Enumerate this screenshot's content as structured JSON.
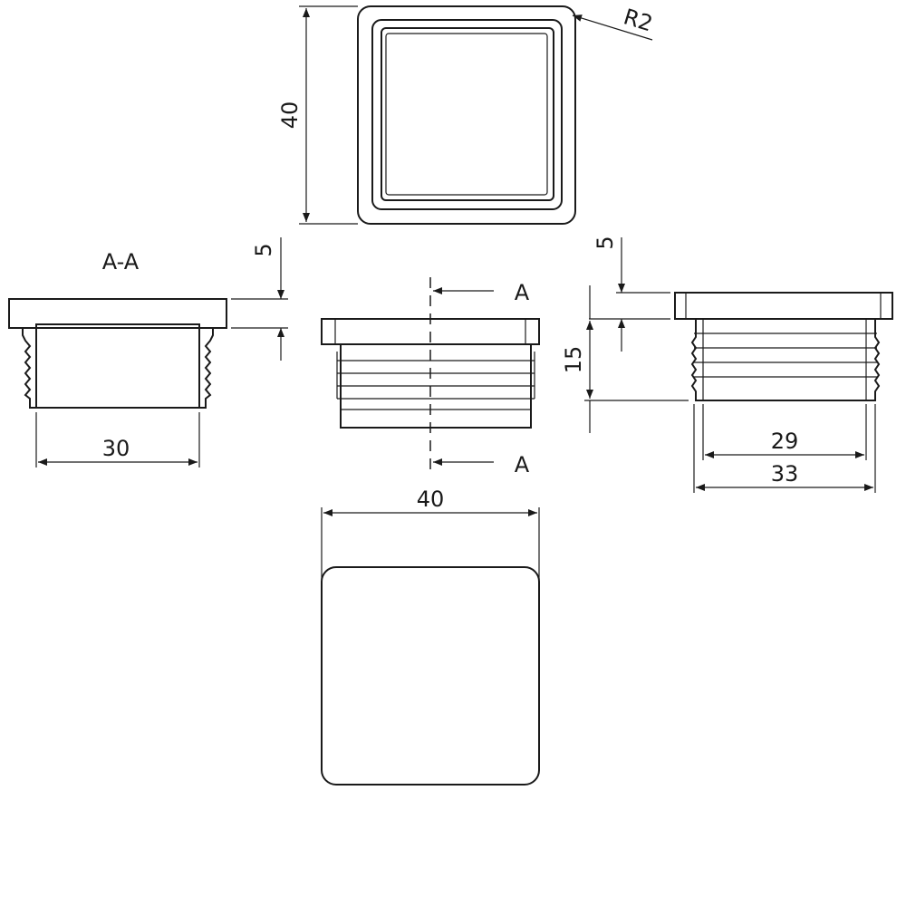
{
  "dimensions": {
    "top_height": "40",
    "corner_radius": "R2",
    "flange_left": "5",
    "flange_right": "5",
    "insert_depth": "15",
    "section_inner_width": "30",
    "rib_inner_width": "29",
    "rib_outer_width": "33",
    "bottom_width": "40"
  },
  "section": {
    "title": "A-A",
    "cut_label_top": "A",
    "cut_label_bottom": "A"
  },
  "colors": {
    "line": "#1a1a1a",
    "background": "#ffffff"
  }
}
